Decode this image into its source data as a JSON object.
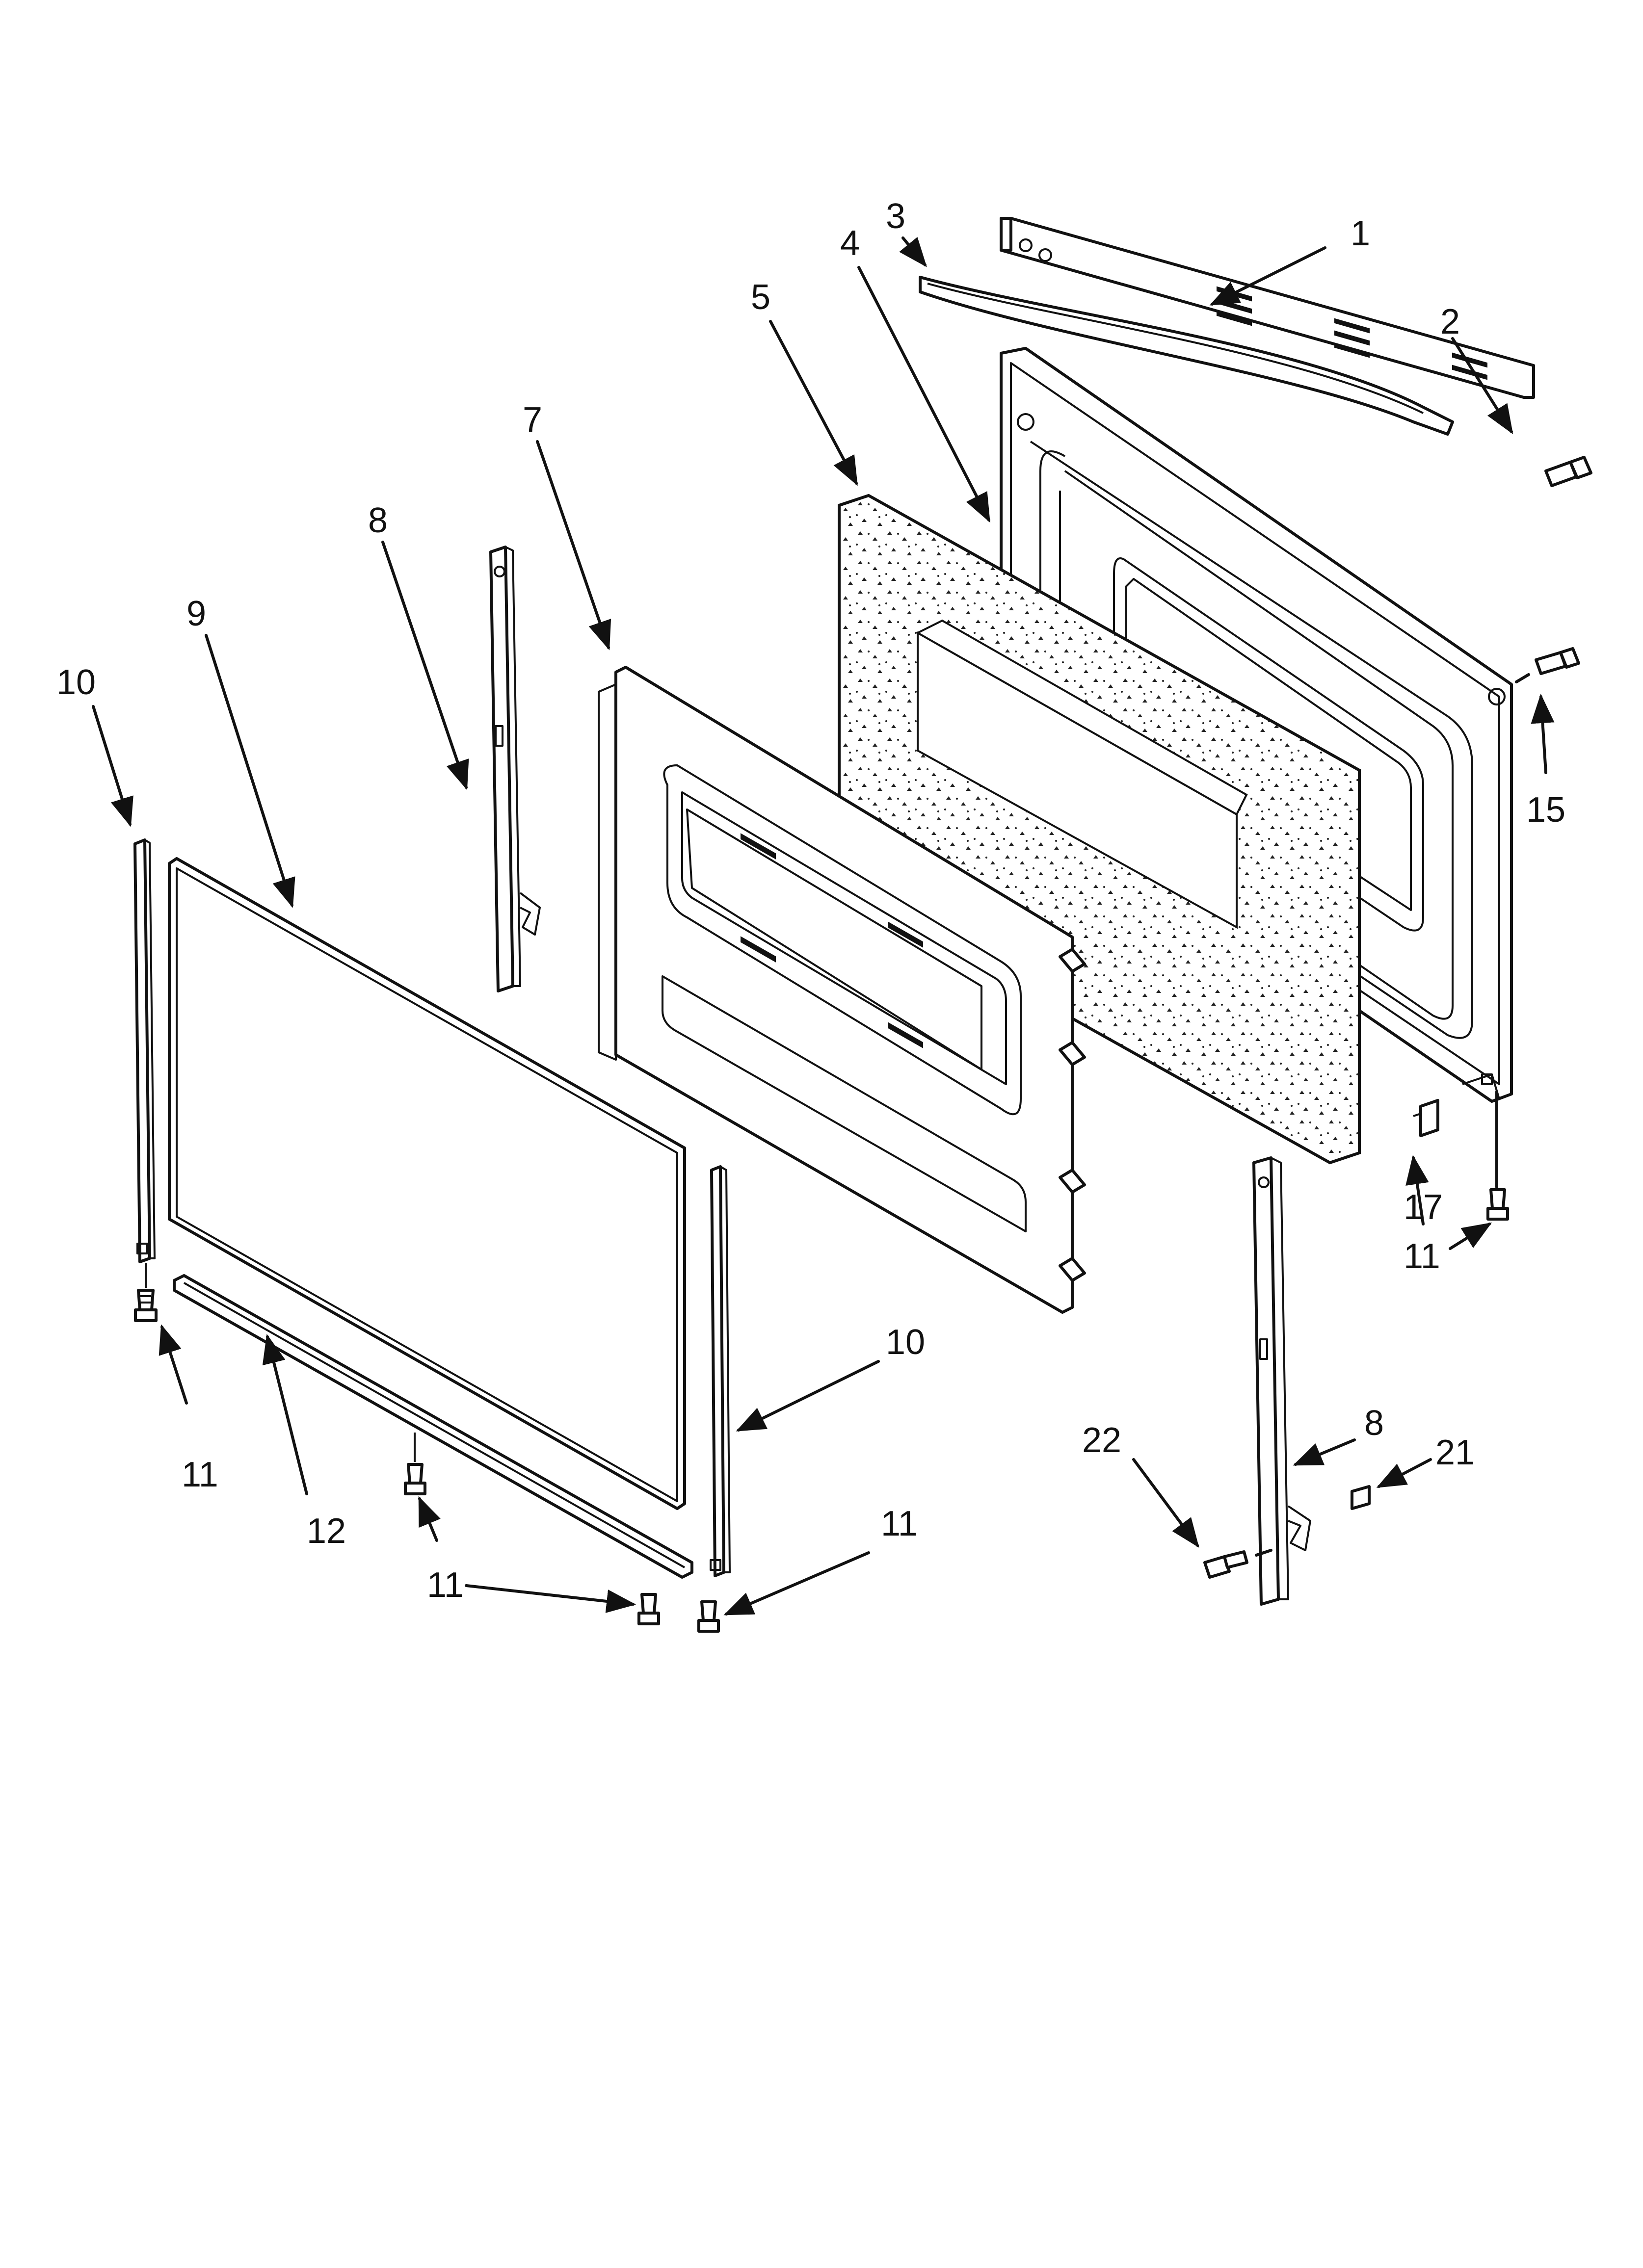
{
  "callouts": [
    {
      "key": "c1",
      "text": "1"
    },
    {
      "key": "c2",
      "text": "2"
    },
    {
      "key": "c3",
      "text": "3"
    },
    {
      "key": "c4",
      "text": "4"
    },
    {
      "key": "c5",
      "text": "5"
    },
    {
      "key": "c7",
      "text": "7"
    },
    {
      "key": "c8a",
      "text": "8"
    },
    {
      "key": "c8b",
      "text": "8"
    },
    {
      "key": "c9",
      "text": "9"
    },
    {
      "key": "c10a",
      "text": "10"
    },
    {
      "key": "c10b",
      "text": "10"
    },
    {
      "key": "c11a",
      "text": "11"
    },
    {
      "key": "c11b",
      "text": "11"
    },
    {
      "key": "c11c",
      "text": "11"
    },
    {
      "key": "c11d",
      "text": "11"
    },
    {
      "key": "c12",
      "text": "12"
    },
    {
      "key": "c15",
      "text": "15"
    },
    {
      "key": "c17",
      "text": "17"
    },
    {
      "key": "c21",
      "text": "21"
    },
    {
      "key": "c22",
      "text": "22"
    }
  ]
}
